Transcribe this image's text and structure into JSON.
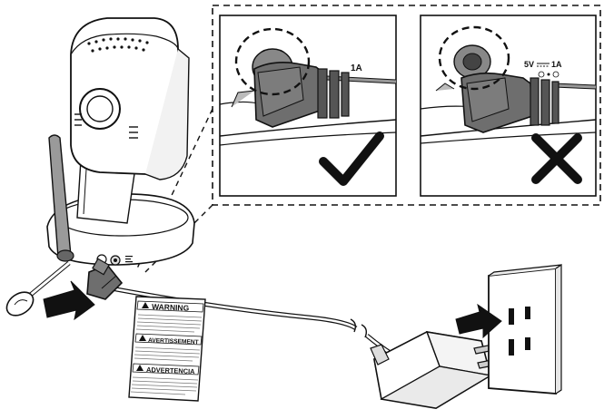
{
  "inset_correct": {
    "rating_label": "1A",
    "result_icon": "check-mark-icon"
  },
  "inset_incorrect": {
    "voltage_label": "5V",
    "current_label": "1A",
    "result_icon": "cross-mark-icon"
  },
  "warning_tag": {
    "header_1": "WARNING",
    "header_2": "AVERTISSEMENT",
    "header_3": "ADVERTENCIA"
  },
  "colors": {
    "outline": "#111111",
    "plug_fill": "#6e6e6e",
    "plug_dark": "#4a4a4a",
    "camera_fill": "#ffffff",
    "antenna_fill": "#9a9a9a"
  }
}
